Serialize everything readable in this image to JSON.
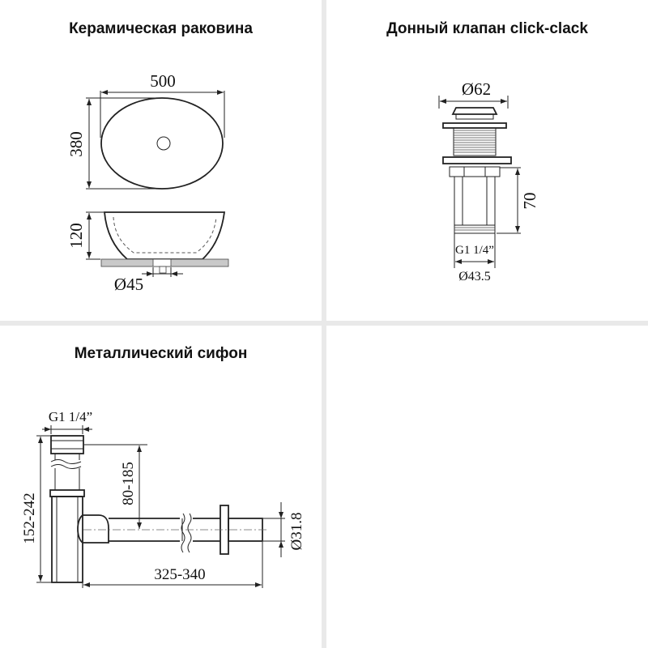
{
  "panels": {
    "basin": {
      "title": "Керамическая раковина",
      "dimensions": {
        "width": "500",
        "depth": "380",
        "height": "120",
        "drain": "Ø45"
      }
    },
    "valve": {
      "title": "Донный клапан click-clack",
      "dimensions": {
        "cap": "Ø62",
        "height": "70",
        "thread": "G1 1/4”",
        "body": "Ø43.5"
      }
    },
    "siphon": {
      "title": "Металлический сифон",
      "dimensions": {
        "thread": "G1 1/4”",
        "total_height": "152-242",
        "inlet_height": "80-185",
        "length": "325-340",
        "outlet": "Ø31.8"
      }
    }
  },
  "colors": {
    "background": "#e9e9e9",
    "panel": "#ffffff",
    "line": "#222222",
    "plate": "#c9c9c9"
  }
}
